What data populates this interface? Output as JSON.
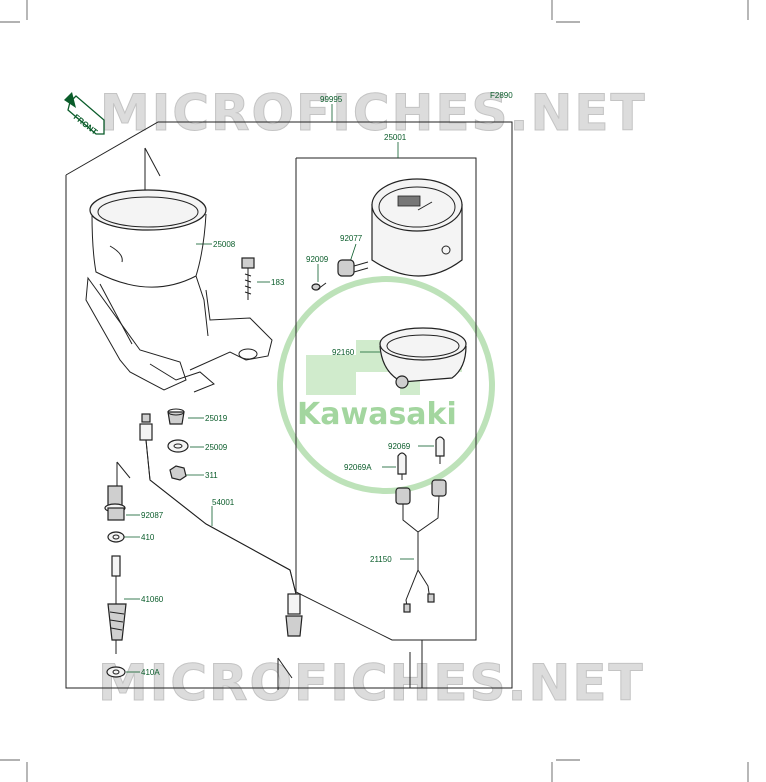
{
  "figure_code": "F2890",
  "watermark_text": "MICROFICHES.NET",
  "brand_logo_text": "Kawasaki",
  "front_arrow_label": "FRONT",
  "colors": {
    "label": "#0a5c2a",
    "logo": "#9fd49a",
    "watermark": "#dcdcdc"
  },
  "labels": [
    {
      "id": "99995",
      "text": "99995"
    },
    {
      "id": "25001",
      "text": "25001"
    },
    {
      "id": "25008",
      "text": "25008"
    },
    {
      "id": "183",
      "text": "183"
    },
    {
      "id": "92077",
      "text": "92077"
    },
    {
      "id": "92009",
      "text": "92009"
    },
    {
      "id": "92160",
      "text": "92160"
    },
    {
      "id": "25019",
      "text": "25019"
    },
    {
      "id": "25009",
      "text": "25009"
    },
    {
      "id": "311",
      "text": "311"
    },
    {
      "id": "54001",
      "text": "54001"
    },
    {
      "id": "92069",
      "text": "92069"
    },
    {
      "id": "92069A",
      "text": "92069A"
    },
    {
      "id": "92087",
      "text": "92087"
    },
    {
      "id": "410",
      "text": "410"
    },
    {
      "id": "21150",
      "text": "21150"
    },
    {
      "id": "41060",
      "text": "41060"
    },
    {
      "id": "410A",
      "text": "410A"
    }
  ]
}
